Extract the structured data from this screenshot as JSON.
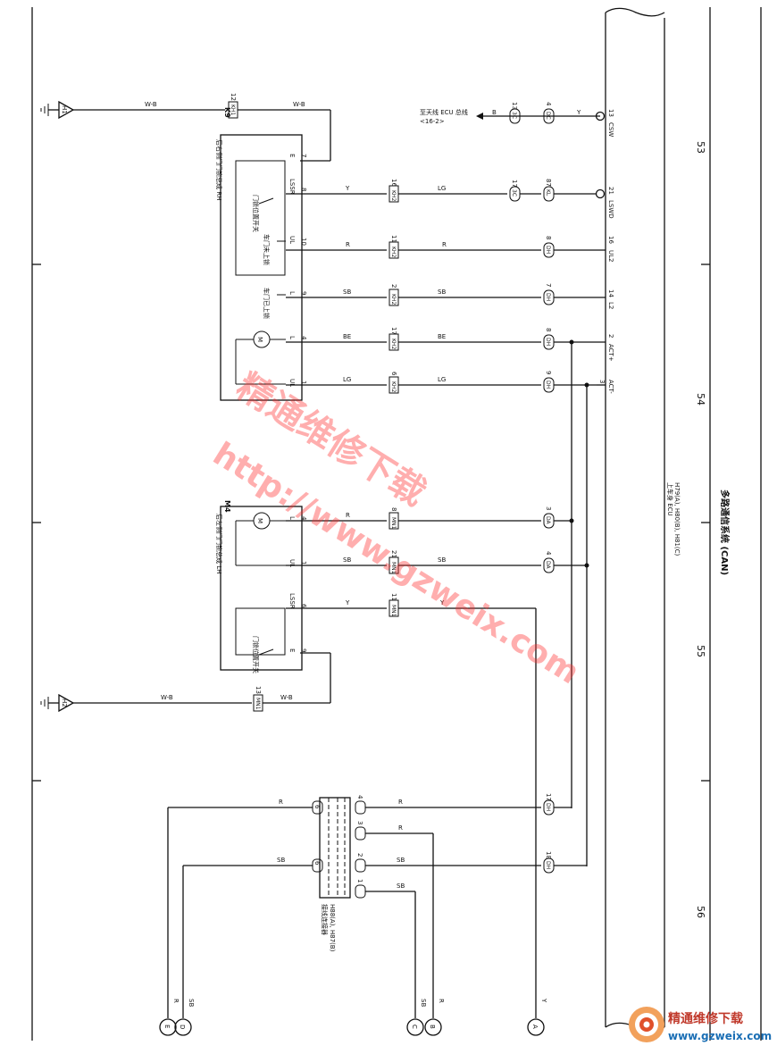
{
  "pages": [
    "53",
    "54",
    "55",
    "56"
  ],
  "title": "多路通信系统 (CAN)",
  "ecu": {
    "code": "H79(A), H80(B), H81(C)",
    "name": "上车身 ECU"
  },
  "bcan_link": {
    "text": "至天线 ECU 总线",
    "ref": "<16-2>"
  },
  "ecu_pins": [
    {
      "num": "13",
      "name": "CSW"
    },
    {
      "num": "21",
      "name": "LSWD"
    },
    {
      "num": "16",
      "name": "UL2"
    },
    {
      "num": "14",
      "name": "L2"
    },
    {
      "num": "2",
      "name": "ACT+"
    },
    {
      "num": "3",
      "name": "ACT-"
    }
  ],
  "k9": {
    "id": "K9",
    "name": "后右侧门门锁总成 RH",
    "switch1": "门锁位置开关",
    "switch2": "车门未上锁",
    "switch3": "车门已上锁",
    "motor": "M",
    "pins": [
      {
        "num": "7",
        "name": "E"
      },
      {
        "num": "8",
        "name": "LSSR"
      },
      {
        "num": "10",
        "name": "UL"
      },
      {
        "num": "9",
        "name": "L"
      },
      {
        "num": "4",
        "name": "L"
      },
      {
        "num": "1",
        "name": "UL"
      }
    ]
  },
  "m4": {
    "id": "M4",
    "name": "后左侧门门锁总成 LH",
    "switch1": "门锁位置开关",
    "motor": "M",
    "pins": [
      {
        "num": "4",
        "name": "L"
      },
      {
        "num": "1",
        "name": "UL"
      },
      {
        "num": "6",
        "name": "LSSR"
      },
      {
        "num": "9",
        "name": "E"
      }
    ]
  },
  "grounds": [
    {
      "id": "H1",
      "color": "W-B",
      "conn": "12",
      "conn_id": "KH1",
      "color2": "W-B"
    },
    {
      "id": "H2",
      "color": "W-B",
      "conn": "13",
      "conn_id": "MN1",
      "color2": "W-B"
    }
  ],
  "k9_wires": [
    {
      "color": "Y",
      "conn": "16",
      "conn_id": "KH2",
      "color2": "LG",
      "conn2": "17",
      "conn2_id": "3C",
      "conn3": "87",
      "conn3_id": "KL"
    },
    {
      "color": "R",
      "conn": "11",
      "conn_id": "KH2",
      "color2": "R",
      "conn3": "8",
      "conn3_id": "DH"
    },
    {
      "color": "SB",
      "conn": "2",
      "conn_id": "KH2",
      "color2": "SB",
      "conn3": "7",
      "conn3_id": "DH"
    },
    {
      "color": "BE",
      "conn": "17",
      "conn_id": "KH2",
      "color2": "BE",
      "conn3": "8",
      "conn3_id": "DH"
    },
    {
      "color": "LG",
      "conn": "6",
      "conn_id": "KH2",
      "color2": "LG",
      "conn3": "9",
      "conn3_id": "DH"
    }
  ],
  "m4_wires": [
    {
      "color": "R",
      "conn": "8",
      "conn_id": "MN1",
      "conn3": "3",
      "conn3_id": "DA"
    },
    {
      "color": "SB",
      "conn": "21",
      "conn_id": "MN1",
      "color2": "SB",
      "conn3": "4",
      "conn3_id": "DA"
    },
    {
      "color": "Y",
      "conn": "11",
      "conn_id": "MN1",
      "color2": "Y"
    }
  ],
  "bus_top": {
    "color": "B",
    "conn": "13",
    "conn_id": "3C",
    "conn2": "4",
    "conn2_id": "DC",
    "color2": "Y"
  },
  "junction": {
    "name": "H88(A), H87(B)",
    "label": "接线连接器",
    "left_pins": [
      "6",
      "6"
    ],
    "right_pins": [
      "4",
      "3",
      "2",
      "1"
    ],
    "wires": [
      {
        "color": "R",
        "conn": "17",
        "conn_id": "DH"
      },
      {
        "color": "R"
      },
      {
        "color": "SB",
        "conn": "18",
        "conn_id": "DH"
      },
      {
        "color": "SB"
      }
    ]
  },
  "bottom_refs": [
    {
      "id": "E",
      "color": "R"
    },
    {
      "id": "D",
      "color": "SB"
    },
    {
      "id": "C",
      "color": "SB"
    },
    {
      "id": "B",
      "color": "R"
    },
    {
      "id": "A",
      "color": "Y"
    }
  ],
  "watermark": {
    "line1": "精通维修下载",
    "line2": "http://www.gzweix.com"
  },
  "logo": {
    "text": "精通维修下载",
    "url": "www.gzweix.com"
  }
}
